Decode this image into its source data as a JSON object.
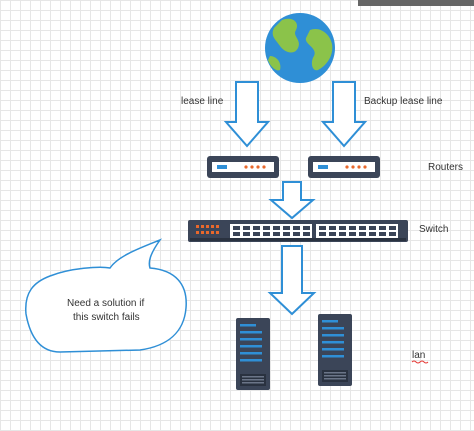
{
  "labels": {
    "lease_line": "lease line",
    "backup_lease_line": "Backup lease line",
    "routers": "Routers",
    "switch": "Switch",
    "lan": "lan"
  },
  "callout": {
    "line1": "Need a solution if",
    "line2": "this switch fails"
  },
  "colors": {
    "arrow_stroke": "#2f8fd6",
    "device_dark": "#3b4558",
    "device_led_orange": "#e8682c",
    "device_led_blue": "#2f8fd6",
    "globe_ocean": "#2f8fd6",
    "globe_land": "#8bc34a",
    "callout_stroke": "#2f8fd6",
    "lan_underline": "#e53935"
  },
  "icons": [
    "globe-icon",
    "router-icon",
    "switch-icon",
    "server-icon"
  ]
}
